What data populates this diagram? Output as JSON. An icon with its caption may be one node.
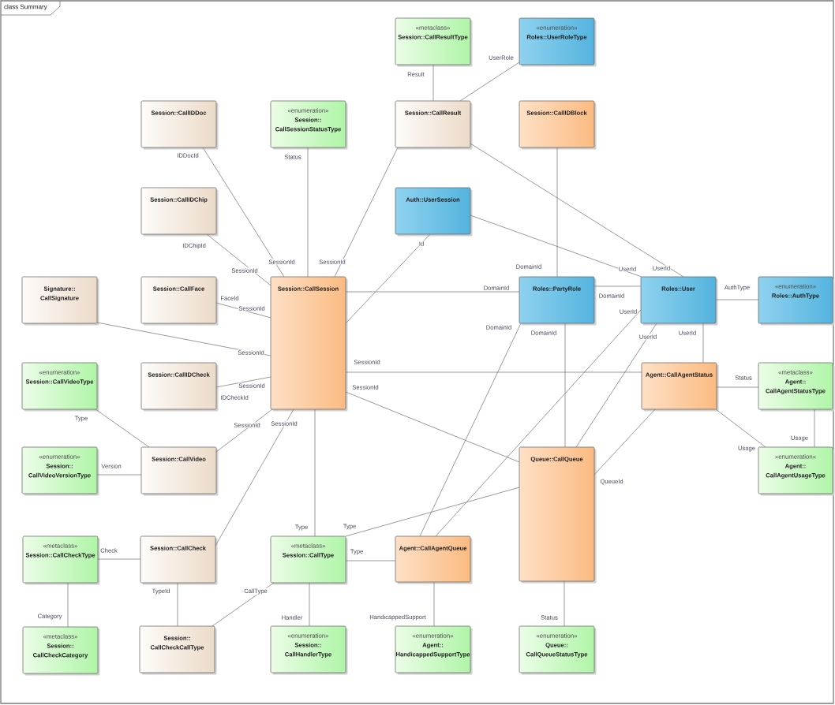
{
  "diagram": {
    "nodes": [
      {
        "text": [
          "class Summary"
        ]
      },
      {
        "text": [
          "«metaclass»",
          "Session::CallResultType"
        ],
        "in": 0
      },
      {
        "text": [
          "«enumeration»",
          "Roles::UserRoleType"
        ],
        "in": 0
      },
      {
        "text": [
          "Session::CallIDDoc"
        ],
        "in": 0
      },
      {
        "text": [
          "«enumeration»",
          "Session:: CallSessionStatusType"
        ],
        "in": 0
      },
      {
        "text": [
          "Session::CallResult"
        ],
        "in": 0
      },
      {
        "text": [
          "Session::CallIDBlock"
        ],
        "in": 0
      },
      {
        "text": [
          "Session::CallIDChip"
        ],
        "in": 0
      },
      {
        "text": [
          "Auth::UserSession"
        ],
        "in": 0
      },
      {
        "text": [
          "Signature:: CallSignature"
        ],
        "in": 0
      },
      {
        "text": [
          "Session::CallFace"
        ],
        "in": 0
      },
      {
        "text": [
          "Session::CallSession"
        ],
        "in": 0
      },
      {
        "text": [
          "Roles::PartyRole"
        ],
        "in": 0
      },
      {
        "text": [
          "Roles::User"
        ],
        "in": 0
      },
      {
        "text": [
          "«enumeration»",
          "Roles::AuthType"
        ],
        "in": 0
      },
      {
        "text": [
          "«enumeration»",
          "Session::CallVideoType"
        ],
        "in": 0
      },
      {
        "text": [
          "Session::CallIDCheck"
        ],
        "in": 0
      },
      {
        "text": [
          "Agent::CallAgentStatus"
        ],
        "in": 0
      },
      {
        "text": [
          "«metaclass»",
          "Agent:: CallAgentStatusType"
        ],
        "in": 0
      },
      {
        "text": [
          "«enumeration»",
          "Session:: CallVideoVersionType"
        ],
        "in": 0
      },
      {
        "text": [
          "Session::CallVideo"
        ],
        "in": 0
      },
      {
        "text": [
          "Queue::CallQueue"
        ],
        "in": 0
      },
      {
        "text": [
          "«enumeration»",
          "Agent:: CallAgentUsageType"
        ],
        "in": 0
      },
      {
        "text": [
          "«metaclass»",
          "Session::CallCheckType"
        ],
        "in": 0
      },
      {
        "text": [
          "Session::CallCheck"
        ],
        "in": 0
      },
      {
        "text": [
          "«metaclass»",
          "Session::CallType"
        ],
        "in": 0
      },
      {
        "text": [
          "Agent::CallAgentQueue"
        ],
        "in": 0
      },
      {
        "text": [
          "«metaclass»",
          "Session:: CallCheckCategory"
        ],
        "in": 0
      },
      {
        "text": [
          "Session:: CallCheckCallType"
        ],
        "in": 0
      },
      {
        "text": [
          "«enumeration»",
          "Session:: CallHandlerType"
        ],
        "in": 0
      },
      {
        "text": [
          "«enumeration»",
          "Agent:: HandicappedSupportType"
        ],
        "in": 0
      },
      {
        "text": [
          "«enumeration»",
          "Queue:: CallQueueStatusType"
        ],
        "in": 0
      }
    ],
    "edges": [
      {
        "from": 3,
        "to": 11,
        "arrow": "none",
        "label": "SessionId"
      },
      {
        "from": 7,
        "to": 11,
        "arrow": "none",
        "label": "SessionId"
      },
      {
        "from": 10,
        "to": 11,
        "arrow": "none",
        "label": "SessionId"
      },
      {
        "from": 9,
        "to": 11,
        "arrow": "none",
        "label": "SessionId"
      },
      {
        "from": 5,
        "to": 1,
        "arrow": "none",
        "label": "Result"
      },
      {
        "from": 5,
        "to": 2,
        "arrow": "none",
        "label": "UserRole"
      },
      {
        "from": 11,
        "to": 4,
        "arrow": "none",
        "label": "Status"
      },
      {
        "from": 5,
        "to": 11,
        "arrow": "none",
        "label": "SessionId"
      },
      {
        "from": 5,
        "to": 13,
        "arrow": "none",
        "label": "UserId"
      },
      {
        "from": 8,
        "to": 13,
        "arrow": "none",
        "label": "UserId"
      },
      {
        "from": 11,
        "to": 8,
        "arrow": "none",
        "label": "Id"
      },
      {
        "from": 11,
        "to": 12,
        "arrow": "none",
        "label": "DomainId"
      },
      {
        "from": 6,
        "to": 12,
        "arrow": "none",
        "label": "DomainId"
      },
      {
        "from": 26,
        "to": 12,
        "arrow": "none",
        "label": "DomainId"
      },
      {
        "from": 21,
        "to": 12,
        "arrow": "none",
        "label": "DomainId"
      },
      {
        "from": 13,
        "to": 12,
        "arrow": "none",
        "label": "DomainId"
      },
      {
        "from": 13,
        "to": 14,
        "arrow": "none",
        "label": "AuthType"
      },
      {
        "from": 26,
        "to": 13,
        "arrow": "none",
        "label": "UserId"
      },
      {
        "from": 21,
        "to": 13,
        "arrow": "none",
        "label": "UserId"
      },
      {
        "from": 17,
        "to": 13,
        "arrow": "none",
        "label": "UserId"
      },
      {
        "from": 17,
        "to": 11,
        "arrow": "none",
        "label": "SessionId"
      },
      {
        "from": 17,
        "to": 18,
        "arrow": "none",
        "label": "Status"
      },
      {
        "from": 17,
        "to": 22,
        "arrow": "none",
        "label": "Usage"
      },
      {
        "from": 18,
        "to": 22,
        "arrow": "none",
        "label": "Usage"
      },
      {
        "from": 21,
        "to": 17,
        "arrow": "none",
        "label": "QueueId"
      },
      {
        "from": 21,
        "to": 31,
        "arrow": "none",
        "label": "Status"
      },
      {
        "from": 21,
        "to": 11,
        "arrow": "none",
        "label": "SessionId"
      },
      {
        "from": 11,
        "to": 25,
        "arrow": "none",
        "label": "Type"
      },
      {
        "from": 21,
        "to": 25,
        "arrow": "none",
        "label": "Type"
      },
      {
        "from": 26,
        "to": 25,
        "arrow": "none",
        "label": "Type"
      },
      {
        "from": 25,
        "to": 29,
        "arrow": "none",
        "label": "Handler"
      },
      {
        "from": 26,
        "to": 30,
        "arrow": "none",
        "label": "HandicappedSupport"
      },
      {
        "from": 24,
        "to": 11,
        "arrow": "none",
        "label": "SessionId"
      },
      {
        "from": 20,
        "to": 11,
        "arrow": "none",
        "label": "SessionId"
      },
      {
        "from": 16,
        "to": 11,
        "arrow": "none",
        "label": "SessionId"
      },
      {
        "from": 20,
        "to": 15,
        "arrow": "none",
        "label": "Type"
      },
      {
        "from": 20,
        "to": 19,
        "arrow": "none",
        "label": "Version"
      },
      {
        "from": 24,
        "to": 23,
        "arrow": "none",
        "label": "Check"
      },
      {
        "from": 23,
        "to": 27,
        "arrow": "none",
        "label": "Category"
      },
      {
        "from": 24,
        "to": 28,
        "arrow": "none",
        "label": "TypeId"
      },
      {
        "from": 28,
        "to": 25,
        "arrow": "none",
        "label": "CallType"
      }
    ],
    "labels": [
      "IDDocId",
      "IDChipId",
      "FaceId",
      "IDCheckId"
    ]
  }
}
